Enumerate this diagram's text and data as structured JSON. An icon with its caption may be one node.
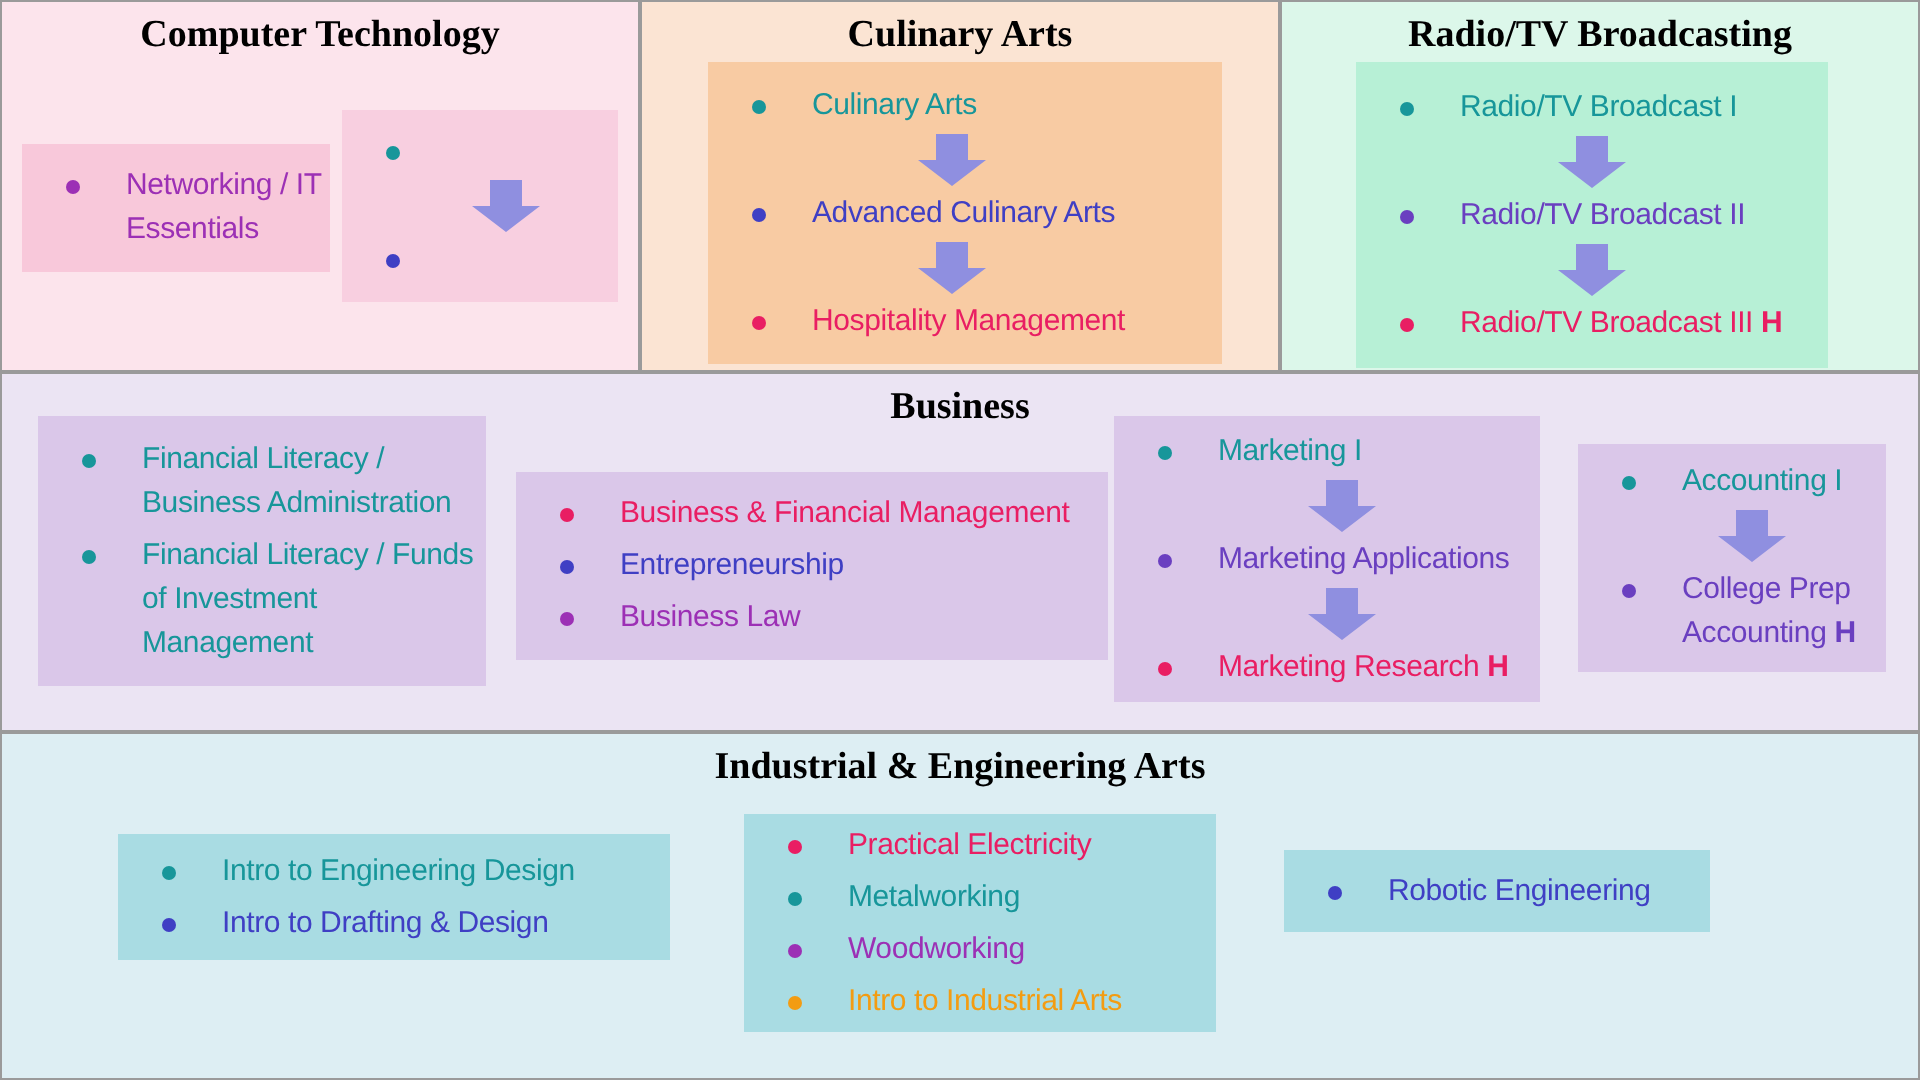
{
  "diagram": {
    "nodes": [
      {
        "text": [
          "Computer Technology"
        ]
      },
      {
        "text": [],
        "shape": "box",
        "in": 0
      },
      {
        "text": [
          "Networking / IT Essentials"
        ],
        "in": 1
      },
      {
        "text": [],
        "shape": "box",
        "in": 0
      },
      {
        "text": [],
        "shape": "circle",
        "in": 3
      },
      {
        "text": [],
        "shape": "circle",
        "in": 3
      },
      {
        "text": [
          "Culinary Arts"
        ]
      },
      {
        "text": [],
        "shape": "box",
        "in": 6
      },
      {
        "text": [
          "Culinary Arts"
        ],
        "in": 7
      },
      {
        "text": [
          "Advanced Culinary Arts"
        ],
        "in": 7
      },
      {
        "text": [
          "Hospitality Management"
        ],
        "in": 7
      },
      {
        "text": [
          "Radio/TV Broadcasting"
        ]
      },
      {
        "text": [],
        "shape": "box",
        "in": 11
      },
      {
        "text": [
          "Radio/TV Broadcast I"
        ],
        "in": 12
      },
      {
        "text": [
          "Radio/TV Broadcast II"
        ],
        "in": 12
      },
      {
        "text": [
          "Radio/TV Broadcast III **H**"
        ],
        "in": 12
      },
      {
        "text": [
          "Business"
        ]
      },
      {
        "text": [],
        "shape": "box",
        "in": 16
      },
      {
        "text": [
          "Financial Literacy / Business Administration"
        ],
        "in": 17
      },
      {
        "text": [
          "Financial Literacy / Funds of Investment Management"
        ],
        "in": 17
      },
      {
        "text": [],
        "shape": "box",
        "in": 16
      },
      {
        "text": [
          "Business & Financial Management"
        ],
        "in": 20
      },
      {
        "text": [
          "Entrepreneurship"
        ],
        "in": 20
      },
      {
        "text": [
          "Business Law"
        ],
        "in": 20
      },
      {
        "text": [],
        "shape": "box",
        "in": 16
      },
      {
        "text": [
          "Marketing I"
        ],
        "in": 24
      },
      {
        "text": [
          "Marketing Applications"
        ],
        "in": 24
      },
      {
        "text": [
          "Marketing Research **H**"
        ],
        "in": 24
      },
      {
        "text": [],
        "shape": "box",
        "in": 16
      },
      {
        "text": [
          "Accounting I"
        ],
        "in": 28
      },
      {
        "text": [
          "College Prep Accounting **H**"
        ],
        "in": 28
      },
      {
        "text": [
          "Industrial & Engineering Arts"
        ]
      },
      {
        "text": [],
        "shape": "box",
        "in": 31
      },
      {
        "text": [
          "Intro to Engineering Design"
        ],
        "in": 32
      },
      {
        "text": [
          "Intro to Drafting & Design"
        ],
        "in": 32
      },
      {
        "text": [],
        "shape": "box",
        "in": 31
      },
      {
        "text": [
          "Practical Electricity"
        ],
        "in": 35
      },
      {
        "text": [
          "Metalworking"
        ],
        "in": 35
      },
      {
        "text": [
          "Woodworking"
        ],
        "in": 35
      },
      {
        "text": [
          "Intro to Industrial Arts"
        ],
        "in": 35
      },
      {
        "text": [],
        "shape": "box",
        "in": 31
      },
      {
        "text": [
          "Robotic Engineering"
        ],
        "in": 40
      }
    ],
    "edges": [
      {
        "from": 4,
        "to": 5,
        "arrow": "to"
      },
      {
        "from": 8,
        "to": 9,
        "arrow": "to"
      },
      {
        "from": 9,
        "to": 10,
        "arrow": "to"
      },
      {
        "from": 13,
        "to": 14,
        "arrow": "to"
      },
      {
        "from": 14,
        "to": 15,
        "arrow": "to"
      },
      {
        "from": 25,
        "to": 26,
        "arrow": "to"
      },
      {
        "from": 26,
        "to": 27,
        "arrow": "to"
      },
      {
        "from": 29,
        "to": 30,
        "arrow": "to"
      }
    ]
  }
}
